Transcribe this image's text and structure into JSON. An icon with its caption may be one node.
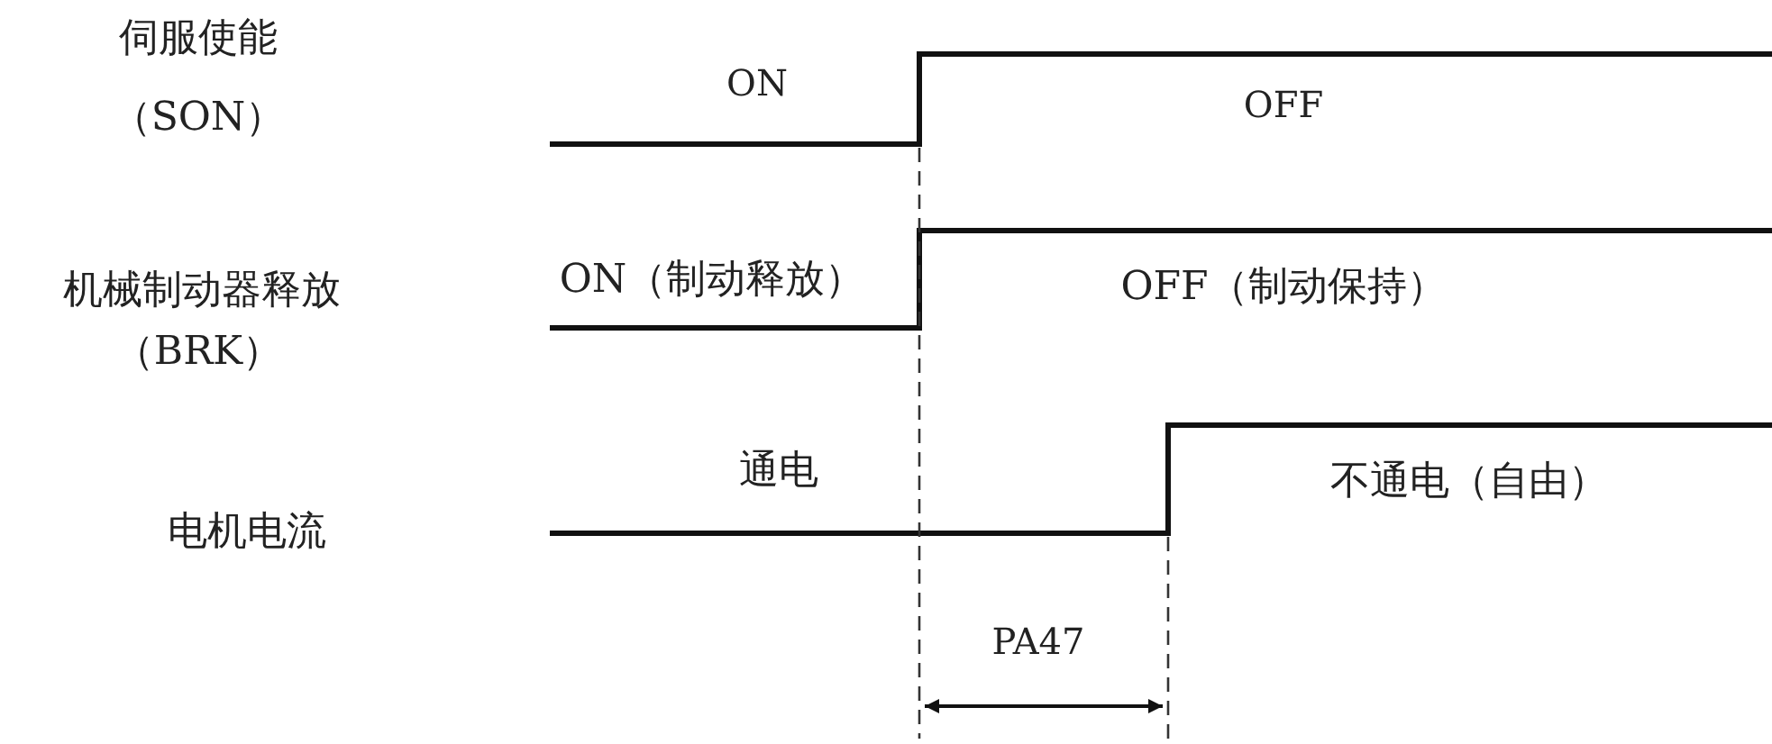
{
  "diagram": {
    "labels": [
      "伺服使能",
      "（SON）",
      "ON",
      "OFF",
      "机械制动器释放",
      "（BRK）",
      "ON（制动释放）",
      "OFF（制动保持）",
      "通电",
      "电机电流",
      "不通电（自由）",
      "PA47"
    ]
  }
}
